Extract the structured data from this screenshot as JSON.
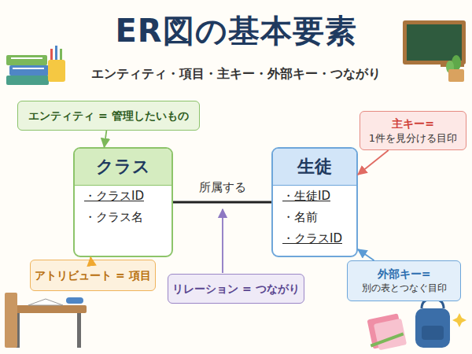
{
  "diagram": {
    "title": "ER図の基本要素",
    "nodes": [
      {
        "text": [
          "エンティティ = 管理したいもの"
        ]
      },
      {
        "text": [
          "主キー=",
          "1件を見分ける目印"
        ]
      },
      {
        "text": [
          "クラス",
          "・クラスID",
          "・クラス名"
        ]
      },
      {
        "text": [
          "生徒",
          "・生徒ID",
          "・名前",
          "・クラスID"
        ]
      },
      {
        "text": [
          "アトリビュート = 項目"
        ]
      },
      {
        "text": [
          "リレーション = つながり"
        ]
      },
      {
        "text": [
          "外部キー=",
          "別の表とつなぐ目印"
        ]
      }
    ],
    "edges": [
      {
        "from": 2,
        "to": 3,
        "label": "所属する",
        "arrow": "none"
      },
      {
        "from": 0,
        "to": 2,
        "arrow": "to"
      },
      {
        "from": 1,
        "to": 3,
        "arrow": "to"
      },
      {
        "from": 4,
        "to": 2,
        "arrow": "to"
      },
      {
        "from": 6,
        "to": 3,
        "arrow": "to"
      }
    ],
    "labels": [
      "エンティティ・項目・主キー・外部キー・つながり"
    ]
  }
}
